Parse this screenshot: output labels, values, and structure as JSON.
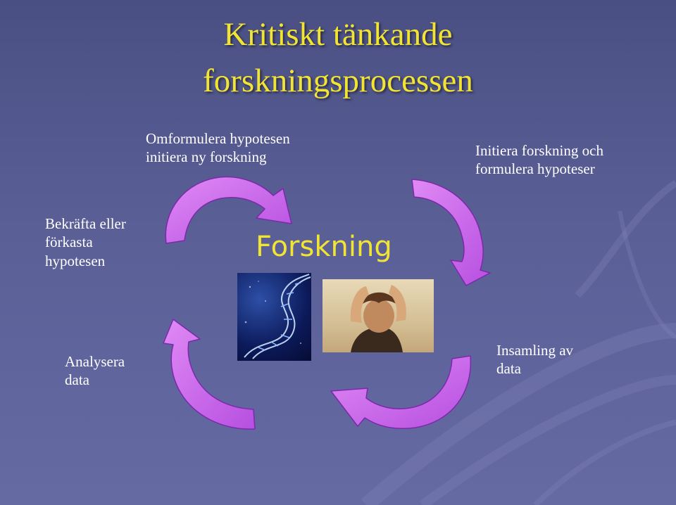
{
  "title": {
    "line1": "Kritiskt tänkande",
    "line2": "forskningsprocessen"
  },
  "center": {
    "label": "Forskning"
  },
  "steps": {
    "reformulate": {
      "line1": "Omformulera hypotesen",
      "line2": "initiera ny forskning"
    },
    "initiate": {
      "line1": "Initiera forskning och",
      "line2": "formulera hypoteser"
    },
    "confirm": {
      "line1": "Bekräfta eller",
      "line2": "förkasta",
      "line3": "hypotesen"
    },
    "analyze": {
      "line1": "Analysera",
      "line2": "data"
    },
    "collect": {
      "line1": "Insamling av",
      "line2": "data"
    }
  },
  "images": {
    "dna": "dna-helix",
    "person": "person-holding-head"
  },
  "colors": {
    "title": "#f2e433",
    "arrow_fill": "#cc66ee",
    "arrow_stroke": "#7a2aa8",
    "background": "#5a5f96",
    "text": "#ffffff"
  }
}
